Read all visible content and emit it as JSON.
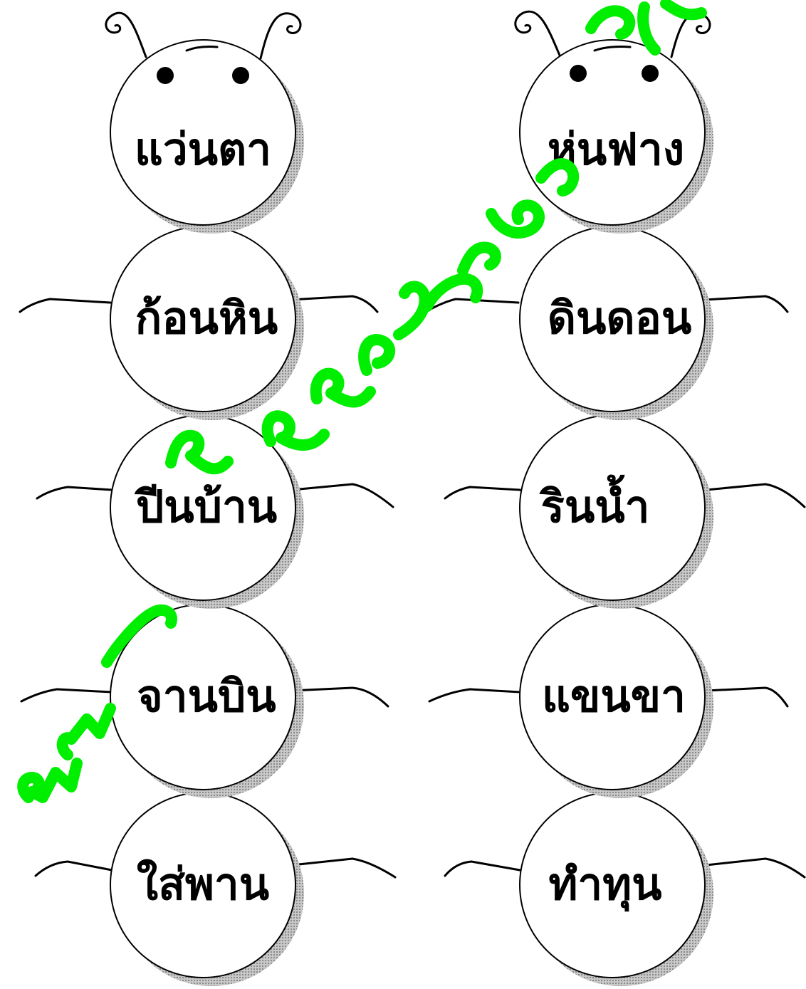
{
  "worksheet": {
    "caterpillars": [
      {
        "words": [
          "แว่นตา",
          "ก้อนหิน",
          "ปีนบ้าน",
          "จานบิน",
          "ใส่พาน"
        ]
      },
      {
        "words": [
          "หุ่นฟาง",
          "ดินดอน",
          "รินน้ำ",
          "แขนขา",
          "ทำทุน"
        ]
      }
    ]
  },
  "colors": {
    "outline": "#000000",
    "watermark": "#00ee00",
    "shadow": "#9a9a9a"
  }
}
